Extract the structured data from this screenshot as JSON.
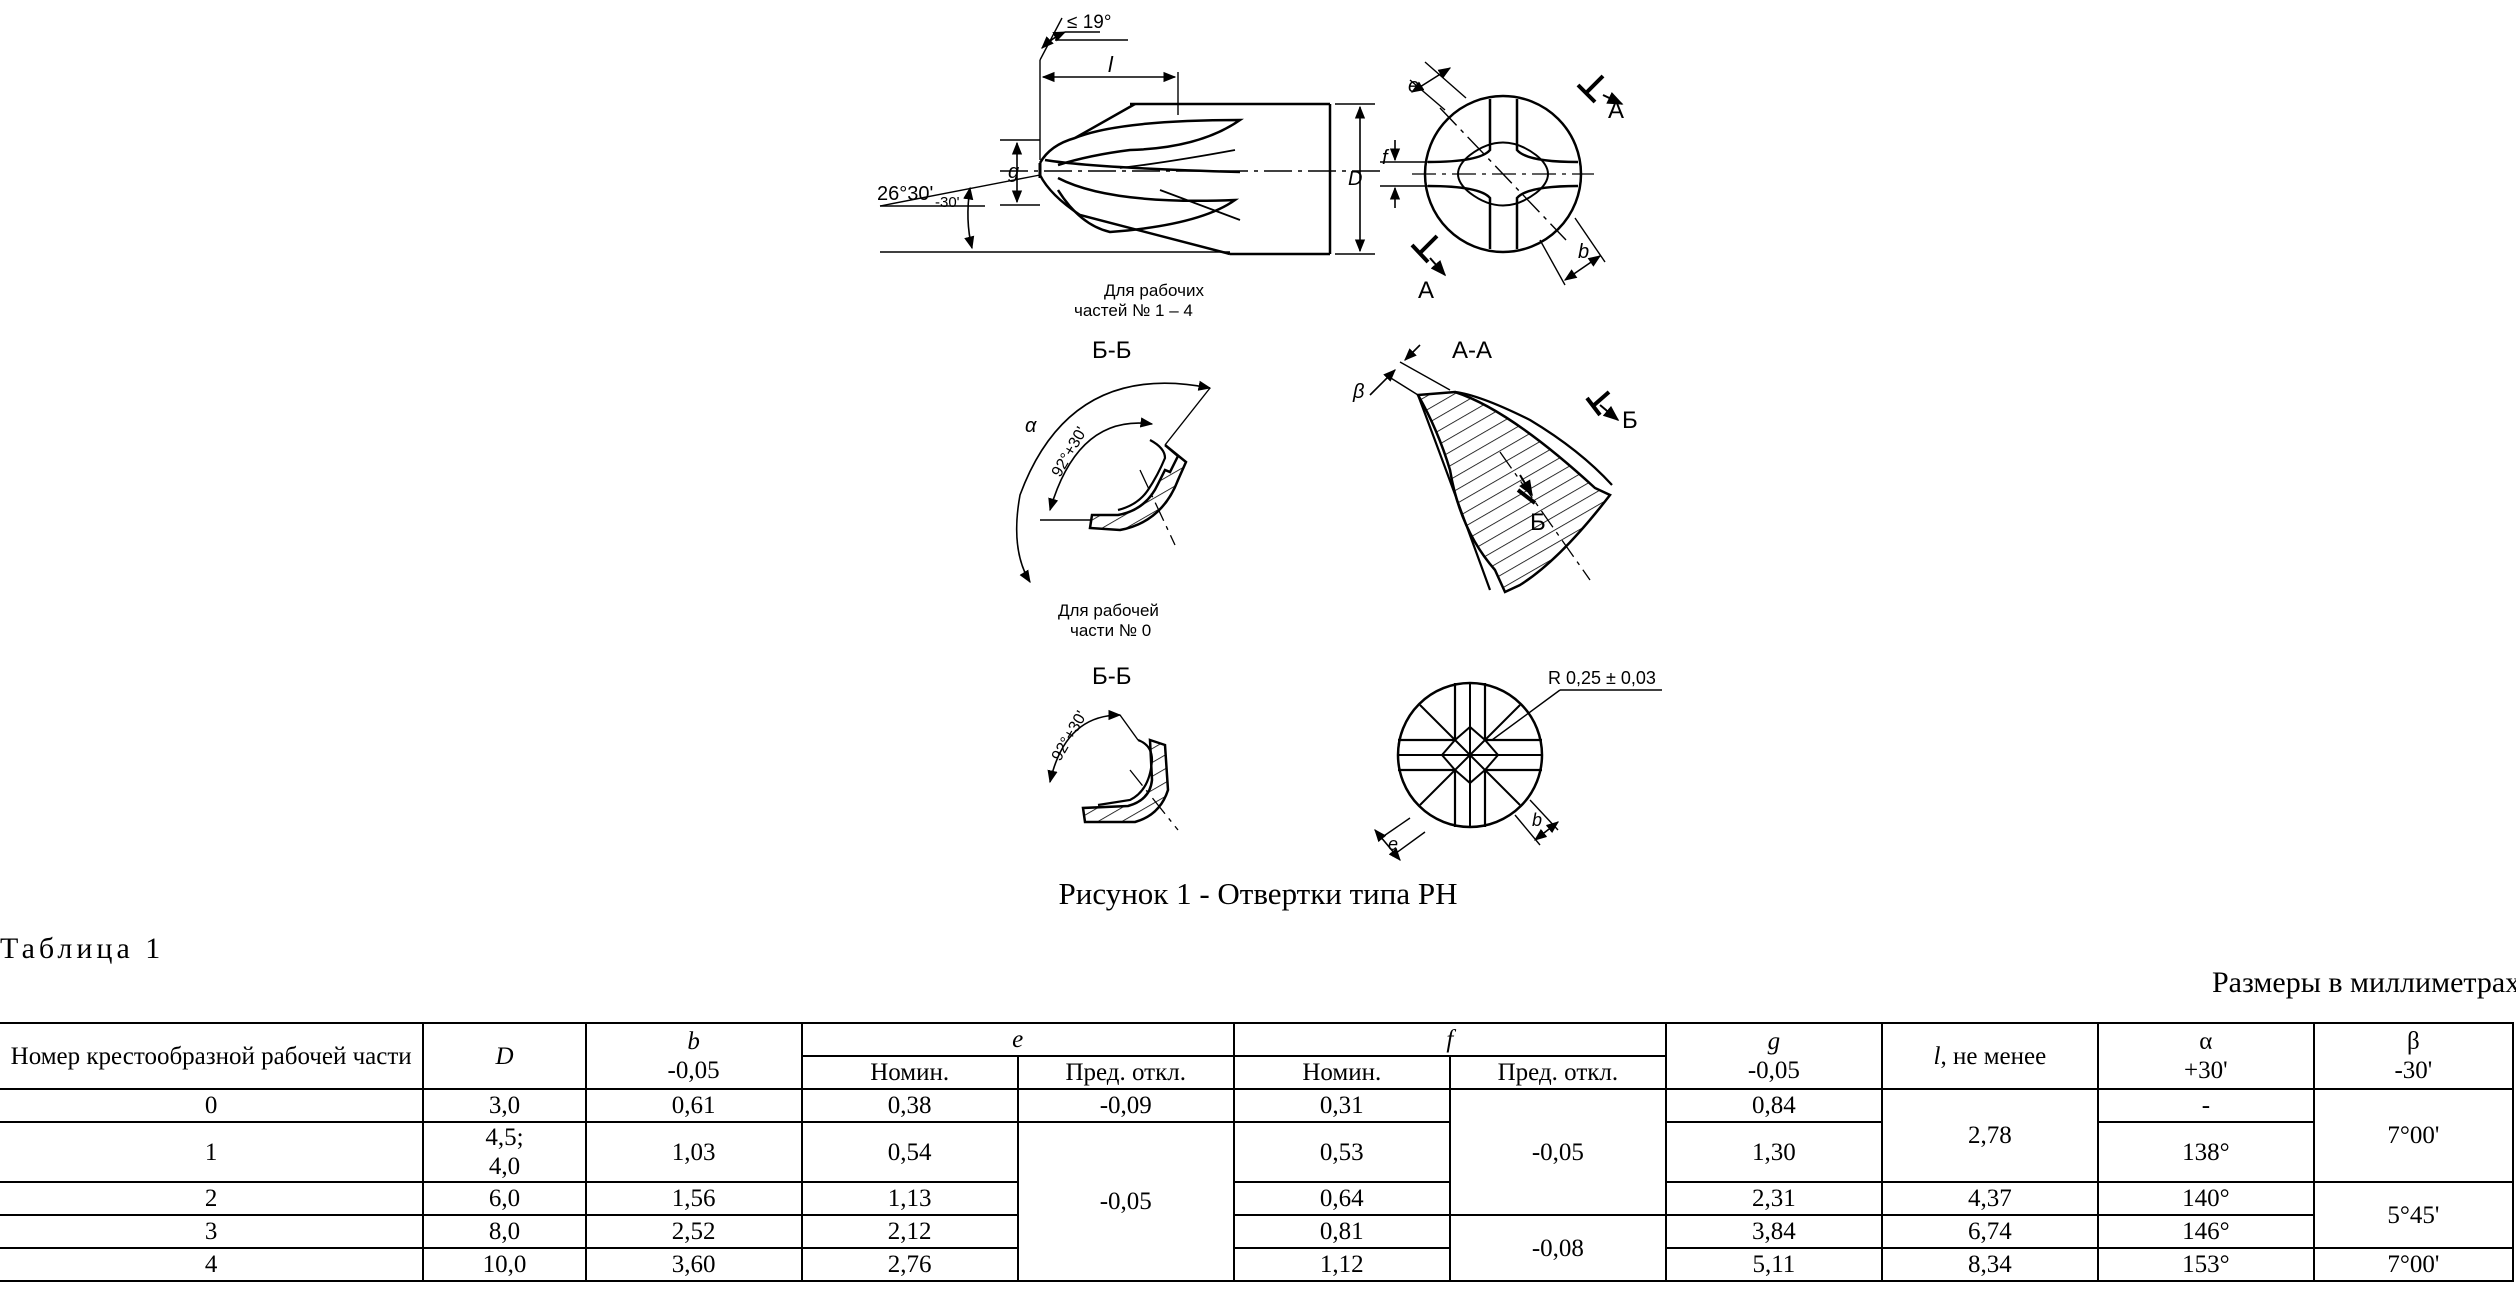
{
  "figure": {
    "labels": {
      "tip_angle": "≤ 19°",
      "l": "l",
      "point_angle_main": "26°30'",
      "point_angle_tol": "-30'",
      "g": "g",
      "D": "D",
      "e": "e",
      "f": "f",
      "b": "b",
      "section_A": "A",
      "for_parts_1_4_line1": "Для рабочих",
      "for_parts_1_4_line2": "частей № 1 – 4",
      "section_BB_1": "Б-Б",
      "section_AA": "A-A",
      "alpha": "α",
      "angle_92": "92°+30'",
      "beta": "β",
      "section_B": "Б",
      "for_part_0_line1": "Для рабочей",
      "for_part_0_line2": "части № 0",
      "section_BB_2": "Б-Б",
      "radius_note": "R 0,25 ± 0,03"
    },
    "caption": "Рисунок 1 - Отвертки типа PH"
  },
  "table_title": "Таблица 1",
  "units_note": "Размеры в миллиметрах",
  "table": {
    "headers": {
      "num": "Номер крестообразной рабочей части",
      "D": "D",
      "b": "b",
      "b_tol": "-0,05",
      "e": "e",
      "f": "f",
      "nom": "Номин.",
      "dev": "Пред. откл.",
      "g": "g",
      "g_tol": "-0,05",
      "l": "l",
      "l_suffix": ", не менее",
      "alpha": "α",
      "alpha_tol": "+30'",
      "beta": "β",
      "beta_tol": "-30'"
    },
    "rows": [
      {
        "num": "0",
        "D": "3,0",
        "b": "0,61",
        "e_nom": "0,38",
        "e_dev": "-0,09",
        "f_nom": "0,31",
        "g": "0,84",
        "alpha": "-"
      },
      {
        "num": "1",
        "D1": "4,5;",
        "D2": "4,0",
        "b": "1,03",
        "e_nom": "0,54",
        "f_nom": "0,53",
        "g": "1,30",
        "alpha": "138°"
      },
      {
        "num": "2",
        "D": "6,0",
        "b": "1,56",
        "e_nom": "1,13",
        "f_nom": "0,64",
        "g": "2,31",
        "l": "4,37",
        "alpha": "140°"
      },
      {
        "num": "3",
        "D": "8,0",
        "b": "2,52",
        "e_nom": "2,12",
        "f_nom": "0,81",
        "g": "3,84",
        "l": "6,74",
        "alpha": "146°"
      },
      {
        "num": "4",
        "D": "10,0",
        "b": "3,60",
        "e_nom": "2,76",
        "f_nom": "1,12",
        "g": "5,11",
        "l": "8,34",
        "alpha": "153°"
      }
    ],
    "merged": {
      "e_dev_rows_1_4": "-0,05",
      "f_dev_rows_0_2": "-0,05",
      "f_dev_rows_3_4": "-0,08",
      "l_rows_0_1": "2,78",
      "beta_rows_0_1": "7°00'",
      "beta_rows_2_3": "5°45'",
      "beta_row_4": "7°00'"
    }
  }
}
